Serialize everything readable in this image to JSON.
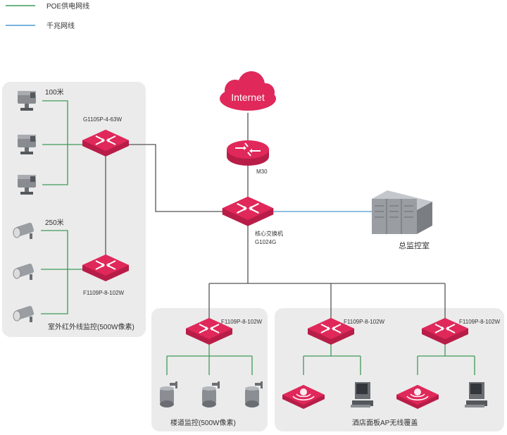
{
  "legend": {
    "poe": "POE供电网线",
    "gigabit": "千兆网线"
  },
  "colors": {
    "poe_line": "#3f9a58",
    "gigabit_line": "#4a9bd0",
    "trunk_line": "#555555",
    "device_red": "#e0285a",
    "panel_bg": "#ebebeb"
  },
  "devices": {
    "cloud": "Internet",
    "router": "M30",
    "core_name": "核心交换机",
    "core_model": "G1024G",
    "server_room": "总监控室",
    "sw_outdoor_top": "G1105P-4-63W",
    "sw_outdoor_bottom": "F1109P-8-102W",
    "sw_corridor": "F1109P-8-102W",
    "sw_hotel_1": "F1109P-8-102W",
    "sw_hotel_2": "F1109P-8-102W"
  },
  "groups": {
    "outdoor": {
      "title": "室外红外线监控(500W像素)",
      "dist_top": "100米",
      "dist_bottom": "250米"
    },
    "corridor": {
      "title": "楼道监控(500W像素)"
    },
    "hotel": {
      "title": "酒店面板AP无线覆盖"
    }
  }
}
